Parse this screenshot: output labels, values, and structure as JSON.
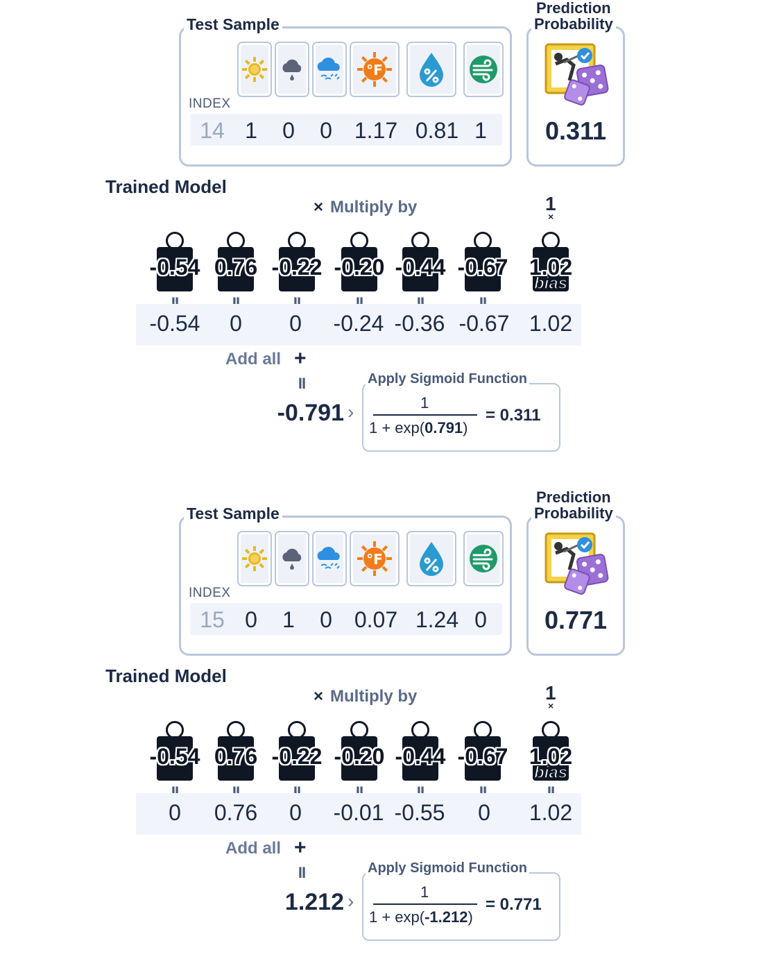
{
  "colors": {
    "frame_border": "#b9c7dc",
    "model_border_top": "#0f1624",
    "model_border_bottom": "#e8b923",
    "text": "#1d2a44"
  },
  "feature_icons": [
    "sun-icon",
    "cloud-rain-icon",
    "cloud-snow-icon",
    "temperature-icon",
    "humidity-icon",
    "wind-icon"
  ],
  "prediction_icon": "golf-dice-icon",
  "panels": [
    {
      "test_sample_title": "Test Sample",
      "index_label": "INDEX",
      "sample_index": "14",
      "sample_values": [
        "1",
        "0",
        "0",
        "1.17",
        "0.81",
        "1"
      ],
      "prediction_title_line1": "Prediction",
      "prediction_title_line2": "Probability",
      "prediction_value": "0.311",
      "model_title": "Trained Model",
      "multiply_symbol": "×",
      "multiply_label": "Multiply by",
      "bias_multiplier": "1",
      "bias_multiplier_symbol": "×",
      "weights": [
        "-0.54",
        "0.76",
        "-0.22",
        "-0.20",
        "-0.44",
        "-0.67",
        "1.02"
      ],
      "bias_word": "bias",
      "equals_symbol": "II",
      "products": [
        "-0.54",
        "0",
        "0",
        "-0.24",
        "-0.36",
        "-0.67",
        "1.02"
      ],
      "add_label": "Add all",
      "plus_symbol": "+",
      "sum_value": "-0.791",
      "sum_arrow": "›",
      "sigmoid_title": "Apply Sigmoid Function",
      "sigmoid_numerator": "1",
      "sigmoid_den_prefix": "1 + exp(",
      "sigmoid_den_value": "0.791",
      "sigmoid_den_suffix": ")",
      "sigmoid_result": "= 0.311"
    },
    {
      "test_sample_title": "Test Sample",
      "index_label": "INDEX",
      "sample_index": "15",
      "sample_values": [
        "0",
        "1",
        "0",
        "0.07",
        "1.24",
        "0"
      ],
      "prediction_title_line1": "Prediction",
      "prediction_title_line2": "Probability",
      "prediction_value": "0.771",
      "model_title": "Trained Model",
      "multiply_symbol": "×",
      "multiply_label": "Multiply by",
      "bias_multiplier": "1",
      "bias_multiplier_symbol": "×",
      "weights": [
        "-0.54",
        "0.76",
        "-0.22",
        "-0.20",
        "-0.44",
        "-0.67",
        "1.02"
      ],
      "bias_word": "bias",
      "equals_symbol": "II",
      "products": [
        "0",
        "0.76",
        "0",
        "-0.01",
        "-0.55",
        "0",
        "1.02"
      ],
      "add_label": "Add all",
      "plus_symbol": "+",
      "sum_value": "1.212",
      "sum_arrow": "›",
      "sigmoid_title": "Apply Sigmoid Function",
      "sigmoid_numerator": "1",
      "sigmoid_den_prefix": "1 + exp(",
      "sigmoid_den_value": "-1.212",
      "sigmoid_den_suffix": ")",
      "sigmoid_result": "= 0.771"
    }
  ]
}
